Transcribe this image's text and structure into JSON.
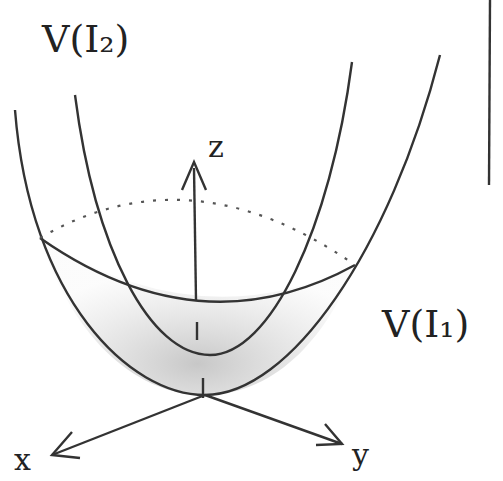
{
  "diagram": {
    "labels": [
      "V(I₂)",
      "z",
      "V(I₁)",
      "x",
      "y"
    ]
  }
}
